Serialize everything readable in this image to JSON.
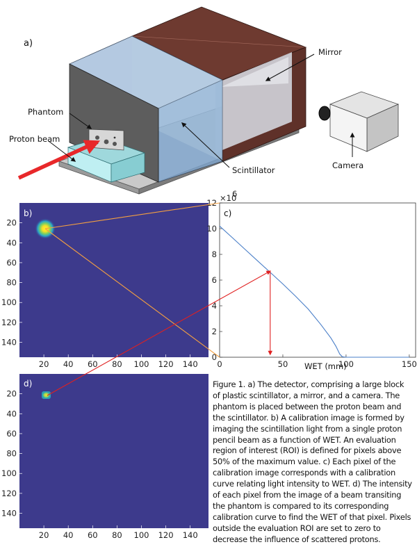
{
  "panel_a": {
    "label": "a)",
    "callouts": {
      "mirror": "Mirror",
      "phantom": "Phantom",
      "proton_beam": "Proton beam",
      "scintillator": "Scintillator",
      "camera": "Camera"
    }
  },
  "panel_b": {
    "label": "b)",
    "y_ticks": [
      "20",
      "40",
      "60",
      "80",
      "100",
      "120",
      "140"
    ],
    "x_ticks": [
      "20",
      "40",
      "60",
      "80",
      "100",
      "120",
      "140"
    ]
  },
  "panel_d": {
    "label": "d)",
    "y_ticks": [
      "20",
      "40",
      "60",
      "80",
      "100",
      "120",
      "140"
    ],
    "x_ticks": [
      "20",
      "40",
      "60",
      "80",
      "100",
      "120",
      "140"
    ]
  },
  "chart_data": {
    "type": "line",
    "label": "c)",
    "xlabel": "WET (mm)",
    "ylabel": "",
    "y_multiplier": "×10",
    "y_exponent": "6",
    "xlim": [
      0,
      155
    ],
    "ylim": [
      0,
      12
    ],
    "x_ticks": [
      "0",
      "50",
      "100",
      "150"
    ],
    "y_ticks": [
      "0",
      "2",
      "4",
      "6",
      "8",
      "10",
      "12"
    ],
    "series": [
      {
        "color": "#4a7fc8",
        "x": [
          0,
          10,
          20,
          30,
          40,
          50,
          60,
          70,
          80,
          88,
          92,
          95,
          97,
          100,
          150
        ],
        "y": [
          10.2,
          9.3,
          8.4,
          7.5,
          6.6,
          5.7,
          4.75,
          3.75,
          2.55,
          1.5,
          0.85,
          0.25,
          0.04,
          0.0,
          0.0
        ]
      }
    ],
    "annotation_point": {
      "x": 40,
      "y": 6.7
    }
  },
  "caption": "Figure 1. a) The detector, comprising a large block of plastic scintillator, a mirror, and a camera. The phantom is placed between the proton beam and the scintillator. b) A calibration image is formed by imaging the scintillation light from a single proton pencil beam as a function of WET. An evaluation region of interest (ROI) is defined for pixels above 50% of the maximum value. c) Each pixel of the calibration image corresponds with a calibration curve relating light intensity to WET. d) The intensity of each pixel from the image of a beam transiting the phantom is compared to its corresponding calibration curve to find the WET of that pixel. Pixels outside the evaluation ROI are set to zero to decrease the influence of scattered protons.",
  "colors": {
    "heatmap_bg": "#3d3a8c",
    "orange_line": "#f5a040",
    "red_arrow": "#e02020"
  }
}
